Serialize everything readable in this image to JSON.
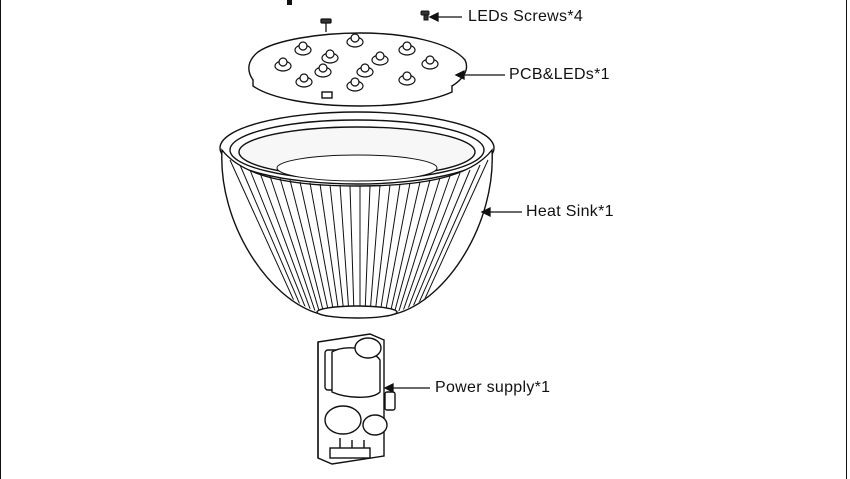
{
  "labels": {
    "leds_screws": "LEDs Screws*4",
    "pcb_leds": "PCB&LEDs*1",
    "heat_sink": "Heat Sink*1",
    "power_supply": "Power supply*1"
  },
  "colors": {
    "line": "#111111",
    "background": "#ffffff",
    "fill_light": "#f2f2f2"
  }
}
